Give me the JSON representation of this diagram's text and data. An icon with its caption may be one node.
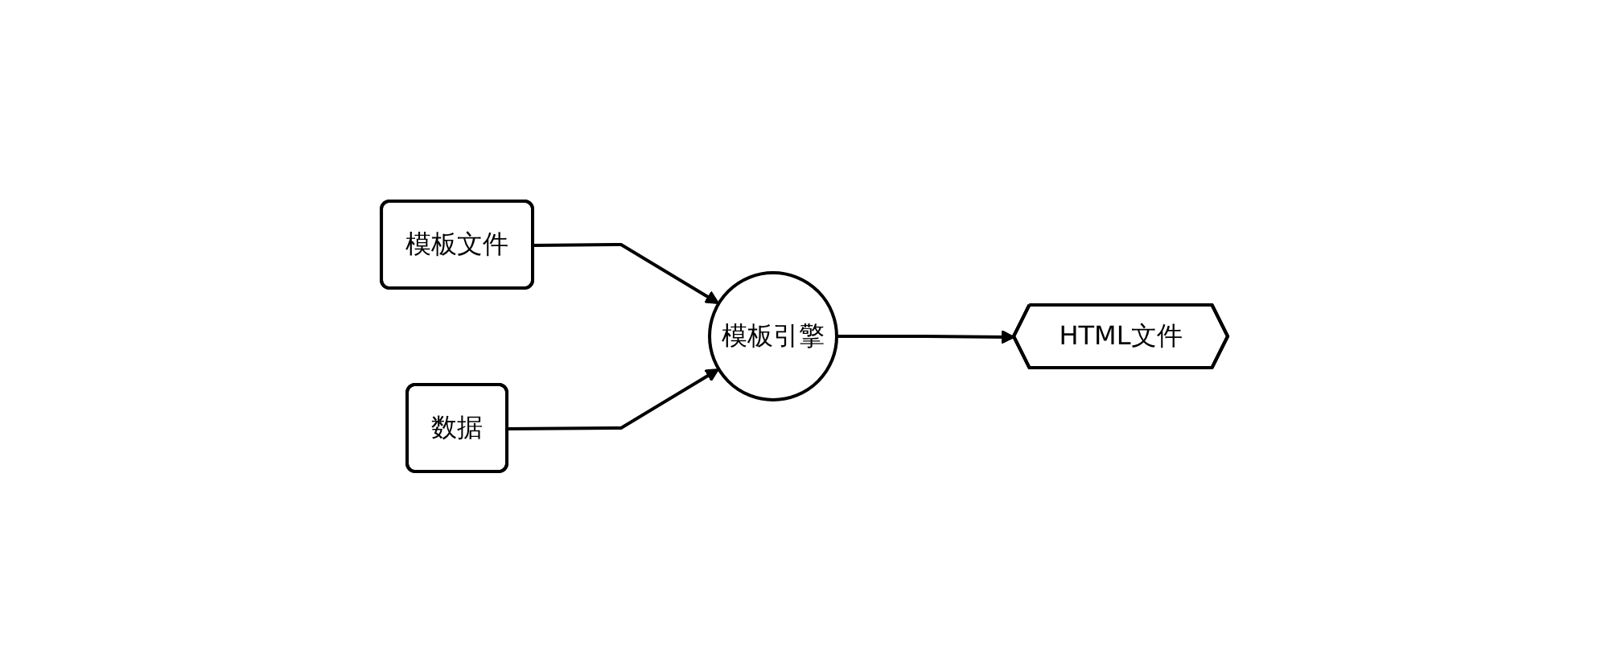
{
  "diagram": {
    "nodes": [
      {
        "text": [
          "模板文件"
        ]
      },
      {
        "text": [
          "数据"
        ]
      },
      {
        "text": [
          "模板引擎"
        ]
      },
      {
        "text": [
          "HTML文件"
        ]
      }
    ],
    "edges": [
      {
        "from": 0,
        "to": 2,
        "arrow": "to"
      },
      {
        "from": 1,
        "to": 2,
        "arrow": "to"
      },
      {
        "from": 2,
        "to": 3,
        "arrow": "to"
      }
    ]
  }
}
